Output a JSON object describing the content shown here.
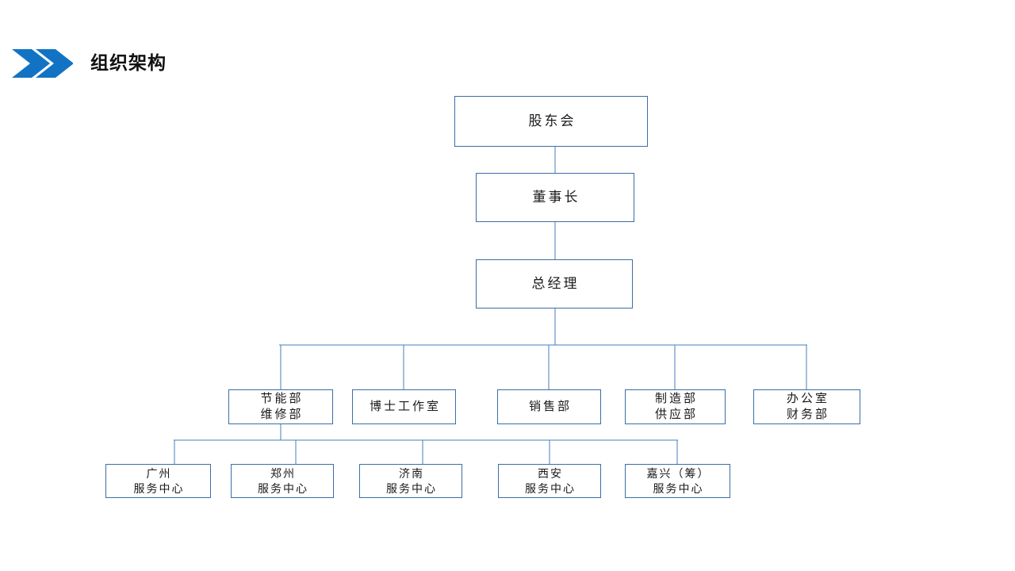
{
  "header": {
    "title": "组织架构",
    "chevron_icon": "double-chevron-right-icon",
    "accent_color": "#1273c4",
    "title_color": "#111111"
  },
  "theme": {
    "box_border_color": "#3b6ea5",
    "connector_color": "#4a7ebb",
    "background": "#ffffff",
    "text_color": "#1a1a1a"
  },
  "chart_data": {
    "type": "org-chart",
    "title": "组织架构",
    "orientation": "top-down",
    "levels": 5,
    "nodes": [
      {
        "id": "n1",
        "label": "股东会",
        "lines": [
          "股东会"
        ],
        "level": 1,
        "parent": null
      },
      {
        "id": "n2",
        "label": "董事长",
        "lines": [
          "董事长"
        ],
        "level": 2,
        "parent": "n1"
      },
      {
        "id": "n3",
        "label": "总经理",
        "lines": [
          "总经理"
        ],
        "level": 3,
        "parent": "n2"
      },
      {
        "id": "d1",
        "label": "节能部 维修部",
        "lines": [
          "节能部",
          "维修部"
        ],
        "level": 4,
        "parent": "n3"
      },
      {
        "id": "d2",
        "label": "博士工作室",
        "lines": [
          "博士工作室"
        ],
        "level": 4,
        "parent": "n3"
      },
      {
        "id": "d3",
        "label": "销售部",
        "lines": [
          "销售部"
        ],
        "level": 4,
        "parent": "n3"
      },
      {
        "id": "d4",
        "label": "制造部 供应部",
        "lines": [
          "制造部",
          "供应部"
        ],
        "level": 4,
        "parent": "n3"
      },
      {
        "id": "d5",
        "label": "办公室 财务部",
        "lines": [
          "办公室",
          "财务部"
        ],
        "level": 4,
        "parent": "n3"
      },
      {
        "id": "s1",
        "label": "广州服务中心",
        "lines": [
          "广州",
          "服务中心"
        ],
        "level": 5,
        "parent": "d1"
      },
      {
        "id": "s2",
        "label": "郑州服务中心",
        "lines": [
          "郑州",
          "服务中心"
        ],
        "level": 5,
        "parent": "d1"
      },
      {
        "id": "s3",
        "label": "济南服务中心",
        "lines": [
          "济南",
          "服务中心"
        ],
        "level": 5,
        "parent": "d1"
      },
      {
        "id": "s4",
        "label": "西安服务中心",
        "lines": [
          "西安",
          "服务中心"
        ],
        "level": 5,
        "parent": "d1"
      },
      {
        "id": "s5",
        "label": "嘉兴（筹）服务中心",
        "lines": [
          "嘉兴（筹）",
          "服务中心"
        ],
        "level": 5,
        "parent": "d1"
      }
    ]
  },
  "nodes": {
    "shareholders": {
      "line1": "股东会"
    },
    "chairman": {
      "line1": "董事长"
    },
    "general_mgr": {
      "line1": "总经理"
    },
    "dept_energy": {
      "line1": "节能部",
      "line2": "维修部"
    },
    "dept_doctor": {
      "line1": "博士工作室"
    },
    "dept_sales": {
      "line1": "销售部"
    },
    "dept_mfg": {
      "line1": "制造部",
      "line2": "供应部"
    },
    "dept_office": {
      "line1": "办公室",
      "line2": "财务部"
    },
    "svc_guangzhou": {
      "line1": "广州",
      "line2": "服务中心"
    },
    "svc_zhengzhou": {
      "line1": "郑州",
      "line2": "服务中心"
    },
    "svc_jinan": {
      "line1": "济南",
      "line2": "服务中心"
    },
    "svc_xian": {
      "line1": "西安",
      "line2": "服务中心"
    },
    "svc_jiaxing": {
      "line1": "嘉兴（筹）",
      "line2": "服务中心"
    }
  }
}
